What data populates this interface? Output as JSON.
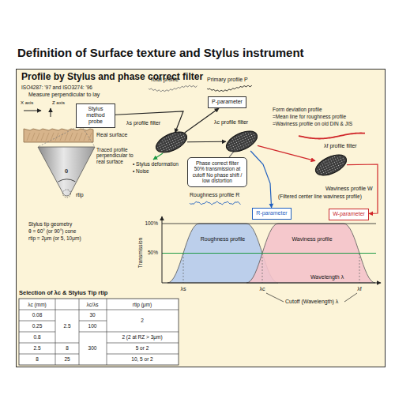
{
  "diagram": {
    "title": "Definition of Surface texture and Stylus instrument",
    "nodes": [
      {
        "text": [
          "Profile by Stylus and phase correct filter",
          "ISO4287: '97 and ISO3274: '96"
        ]
      },
      {
        "text": [
          "Stylus method probe"
        ],
        "in": 0
      },
      {
        "text": [
          "λs profile filter"
        ],
        "in": 0
      },
      {
        "text": [
          "P-parameter"
        ],
        "in": 0
      },
      {
        "text": [
          "λc profile filter"
        ],
        "in": 0
      },
      {
        "text": [
          "Phase correct filter 50% transmission at cutoff No phase shift / low distortion"
        ],
        "in": 0
      },
      {
        "text": [
          "λf profile filter"
        ],
        "in": 0
      },
      {
        "text": [
          "R-parameter"
        ],
        "in": 0
      },
      {
        "text": [
          "W-parameter"
        ],
        "in": 0
      }
    ],
    "edges": [
      {
        "from": 1,
        "to": 2,
        "arrow": "to"
      },
      {
        "from": 2,
        "to": 3,
        "arrow": "to"
      },
      {
        "from": 2,
        "to": 4,
        "arrow": "to"
      },
      {
        "from": 4,
        "to": 5,
        "arrow": "none"
      },
      {
        "from": 4,
        "to": 7,
        "arrow": "to"
      },
      {
        "from": 4,
        "to": 6,
        "arrow": "to"
      },
      {
        "from": 6,
        "to": 8,
        "arrow": "to"
      }
    ],
    "labels": [
      "Measure perpendicular to lay",
      "X axis",
      "Z axis",
      "Real surface",
      "Traced profile perpendicular to real surface",
      "θ",
      "rtip",
      "• Stylus deformation",
      "• Noise",
      "Total profile",
      "Primary profile P",
      "Form deviation profile",
      "=Mean line for roughness profile",
      "=Waviness profile on old DIN & JIS",
      "Roughness profile R",
      "Waviness profile W",
      "(Filtered center line waviness profile)",
      "Stylus tip geometry",
      "θ = 60° (or 90°) cone",
      "rtip = 2μm (or 5, 10μm)",
      "100%",
      "50%",
      "Transmission",
      "Roughness profile",
      "Waviness profile",
      "Wavelength λ",
      "λs",
      "λc",
      "λf",
      "Cutoff (Wavelength) λ",
      "Selection of λc & Stylus Tip rtip",
      "λc (mm)",
      "λc/λs",
      "rtip (μm)",
      "0.08",
      "0.25",
      "0.8",
      "2.5",
      "8",
      "2.5",
      "8",
      "25",
      "30",
      "100",
      "300",
      "2",
      "2 (2 at RZ > 3μm)",
      "5 or 2",
      "10, 5 or 2"
    ]
  }
}
